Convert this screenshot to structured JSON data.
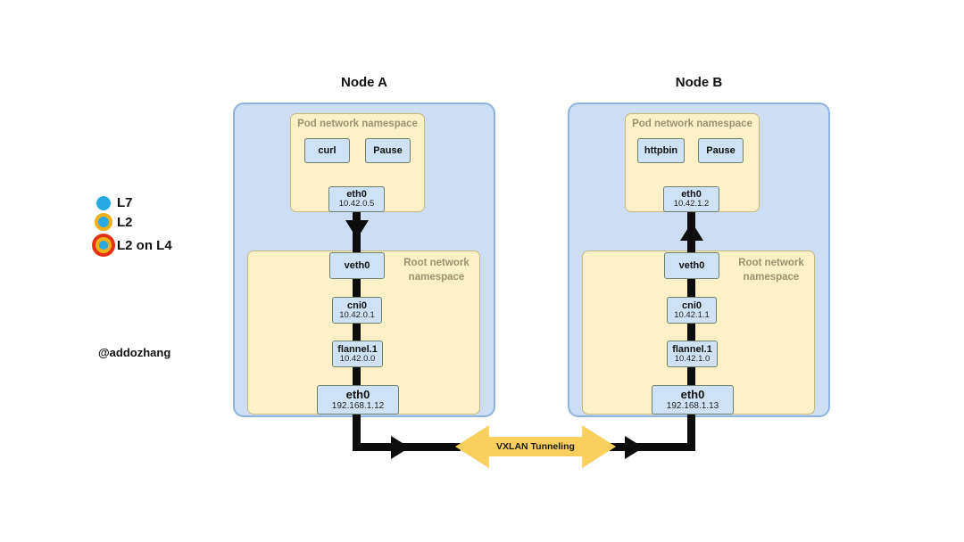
{
  "colors": {
    "node_fill": "#ccddf4",
    "node_border": "#8fb2de",
    "namespace_fill": "#fbf0c6",
    "namespace_border": "#c8b87a",
    "namespace_label_text": "#9d9170",
    "interface_box_fill": "#cee1f5",
    "flow_line": "#0d0d0d",
    "tunnel_arrow_fill": "#f9cf5e",
    "legend_blue": "#29a9e1",
    "legend_gold": "#f0b019",
    "legend_red": "#e53212"
  },
  "legend": {
    "items": [
      {
        "label": "L7"
      },
      {
        "label": "L2"
      },
      {
        "label": "L2 on L4"
      }
    ]
  },
  "watermark": "@addozhang",
  "tunnel": {
    "label": "VXLAN Tunneling"
  },
  "nodes": [
    {
      "title": "Node A",
      "pod_namespace": {
        "label": "Pod network namespace",
        "containers": [
          "curl",
          "Pause"
        ],
        "eth": {
          "name": "eth0",
          "ip": "10.42.0.5"
        }
      },
      "root_namespace": {
        "label": "Root network namespace",
        "veth": {
          "name": "veth0"
        },
        "cni": {
          "name": "cni0",
          "ip": "10.42.0.1"
        },
        "flannel": {
          "name": "flannel.1",
          "ip": "10.42.0.0"
        },
        "eth": {
          "name": "eth0",
          "ip": "192.168.1.12"
        }
      }
    },
    {
      "title": "Node B",
      "pod_namespace": {
        "label": "Pod network namespace",
        "containers": [
          "httpbin",
          "Pause"
        ],
        "eth": {
          "name": "eth0",
          "ip": "10.42.1.2"
        }
      },
      "root_namespace": {
        "label": "Root network namespace",
        "veth": {
          "name": "veth0"
        },
        "cni": {
          "name": "cni0",
          "ip": "10.42.1.1"
        },
        "flannel": {
          "name": "flannel.1",
          "ip": "10.42.1.0"
        },
        "eth": {
          "name": "eth0",
          "ip": "192.168.1.13"
        }
      }
    }
  ]
}
